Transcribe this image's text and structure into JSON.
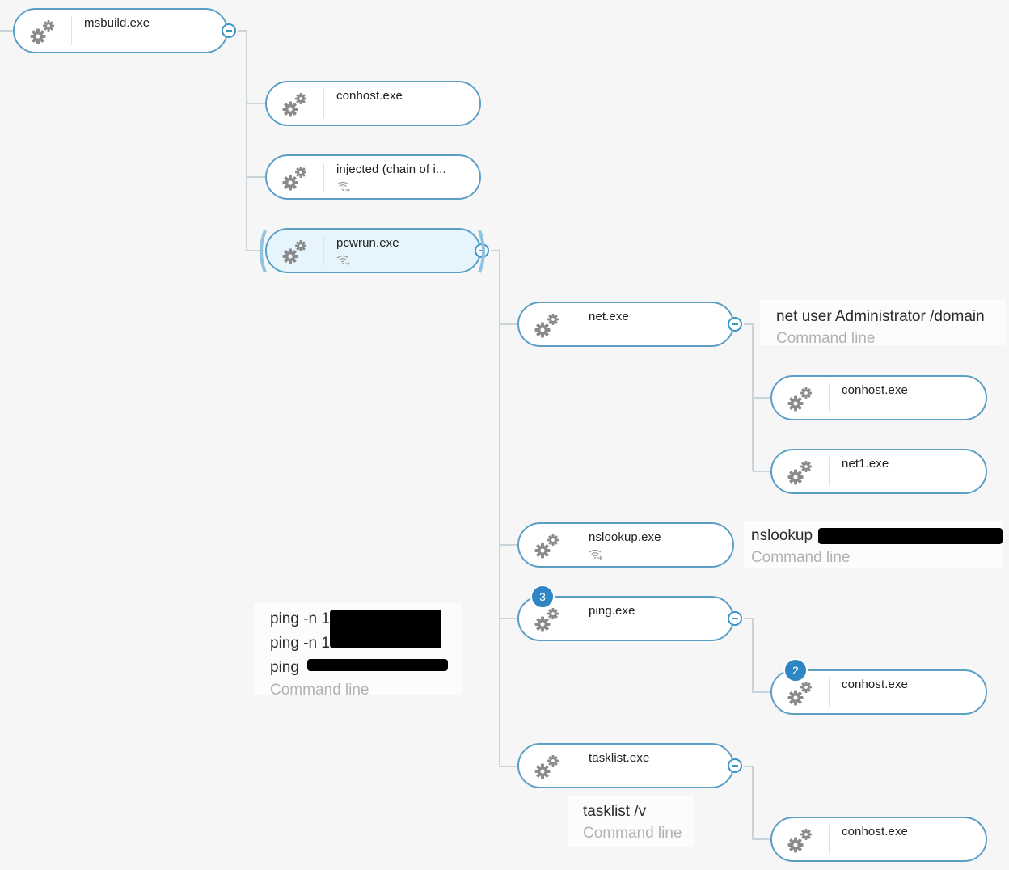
{
  "nodes": {
    "msbuild": {
      "label": "msbuild.exe",
      "icon": "gear-icon"
    },
    "conhost_1": {
      "label": "conhost.exe",
      "icon": "gear-icon"
    },
    "injected": {
      "label": "injected (chain of i...",
      "icon": "gear-icon",
      "sub_icon": "network-icon"
    },
    "pcwrun": {
      "label": "pcwrun.exe",
      "icon": "gear-icon",
      "sub_icon": "network-icon",
      "selected": true
    },
    "net": {
      "label": "net.exe",
      "icon": "gear-icon"
    },
    "conhost_2": {
      "label": "conhost.exe",
      "icon": "gear-icon"
    },
    "net1": {
      "label": "net1.exe",
      "icon": "gear-icon"
    },
    "nslookup": {
      "label": "nslookup.exe",
      "icon": "gear-icon",
      "sub_icon": "network-icon"
    },
    "ping": {
      "label": "ping.exe",
      "icon": "gear-icon",
      "badge": "3"
    },
    "conhost_3": {
      "label": "conhost.exe",
      "icon": "gear-icon",
      "badge": "2"
    },
    "tasklist": {
      "label": "tasklist.exe",
      "icon": "gear-icon"
    },
    "conhost_4": {
      "label": "conhost.exe",
      "icon": "gear-icon"
    }
  },
  "command_lines": {
    "net": {
      "text": "net user Administrator /domain",
      "caption": "Command line"
    },
    "nslookup": {
      "text": "nslookup",
      "caption": "Command line",
      "redacted": true
    },
    "ping": {
      "lines": [
        "ping -n 1",
        "ping -n 1",
        "ping"
      ],
      "caption": "Command line",
      "redacted": true
    },
    "tasklist": {
      "text": "tasklist /v",
      "caption": "Command line"
    }
  },
  "colors": {
    "node_border": "#5b9fc6",
    "selected_fill": "#e6f4fc",
    "badge_fill": "#2f86c2",
    "tree_line": "#c9d3da",
    "background": "#f6f6f6"
  }
}
